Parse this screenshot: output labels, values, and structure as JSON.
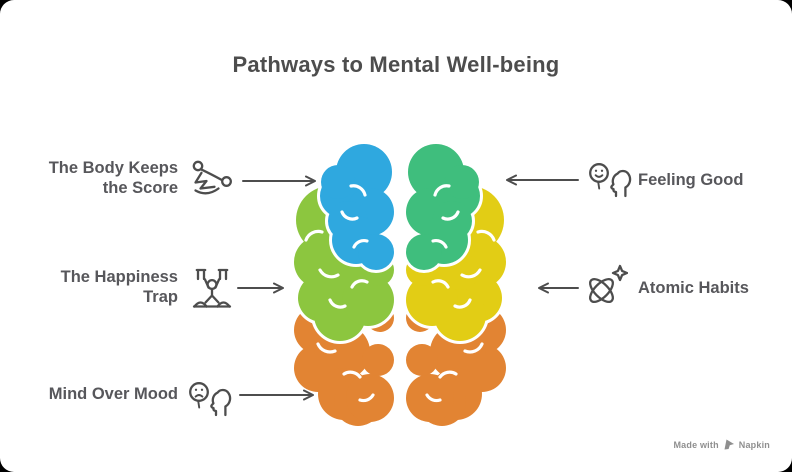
{
  "title": "Pathways to Mental Well-being",
  "brain_colors": {
    "left_top": "#2FA8DF",
    "left_middle": "#8CC63F",
    "left_bottom": "#E28433",
    "right_top": "#3FBE7D",
    "right_middle": "#E2CD15",
    "right_bottom": "#E28433"
  },
  "left_items": [
    {
      "line1": "The Body Keeps",
      "line2": "the Score",
      "icon": "exercising-person-icon"
    },
    {
      "line1": "The Happiness",
      "line2": "Trap",
      "icon": "trapped-person-icon"
    },
    {
      "line1": "Mind Over Mood",
      "line2": "",
      "icon": "sad-face-head-icon"
    }
  ],
  "right_items": [
    {
      "label": "Feeling Good",
      "icon": "happy-face-head-icon"
    },
    {
      "label": "Atomic Habits",
      "icon": "atom-sparkle-icon"
    }
  ],
  "footer": {
    "prefix": "Made with",
    "brand": "Napkin"
  }
}
